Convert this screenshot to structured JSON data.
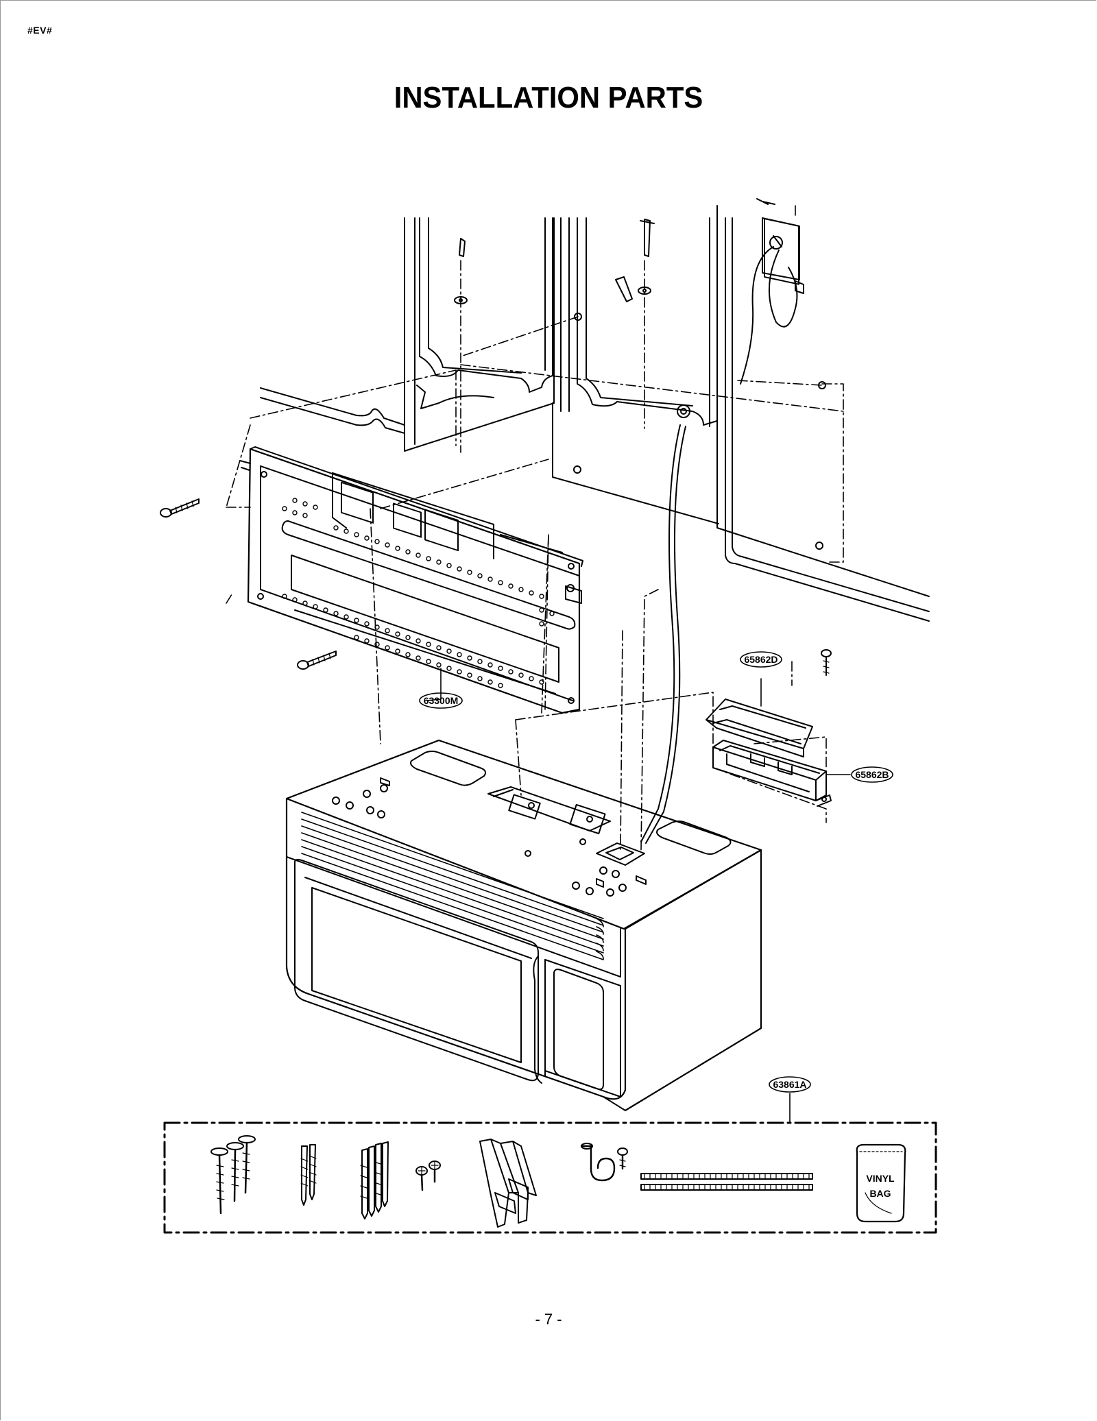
{
  "header": {
    "doc_code": "#EV#"
  },
  "title": "INSTALLATION PARTS",
  "part_labels": {
    "mounting_plate": "63300M",
    "top_damper": "65862D",
    "damper_housing": "65862B",
    "installation_kit": "63861A"
  },
  "kit_contents": {
    "vinyl_bag_line1": "VINYL",
    "vinyl_bag_line2": "BAG"
  },
  "footer": {
    "page_number": "- 7 -"
  }
}
